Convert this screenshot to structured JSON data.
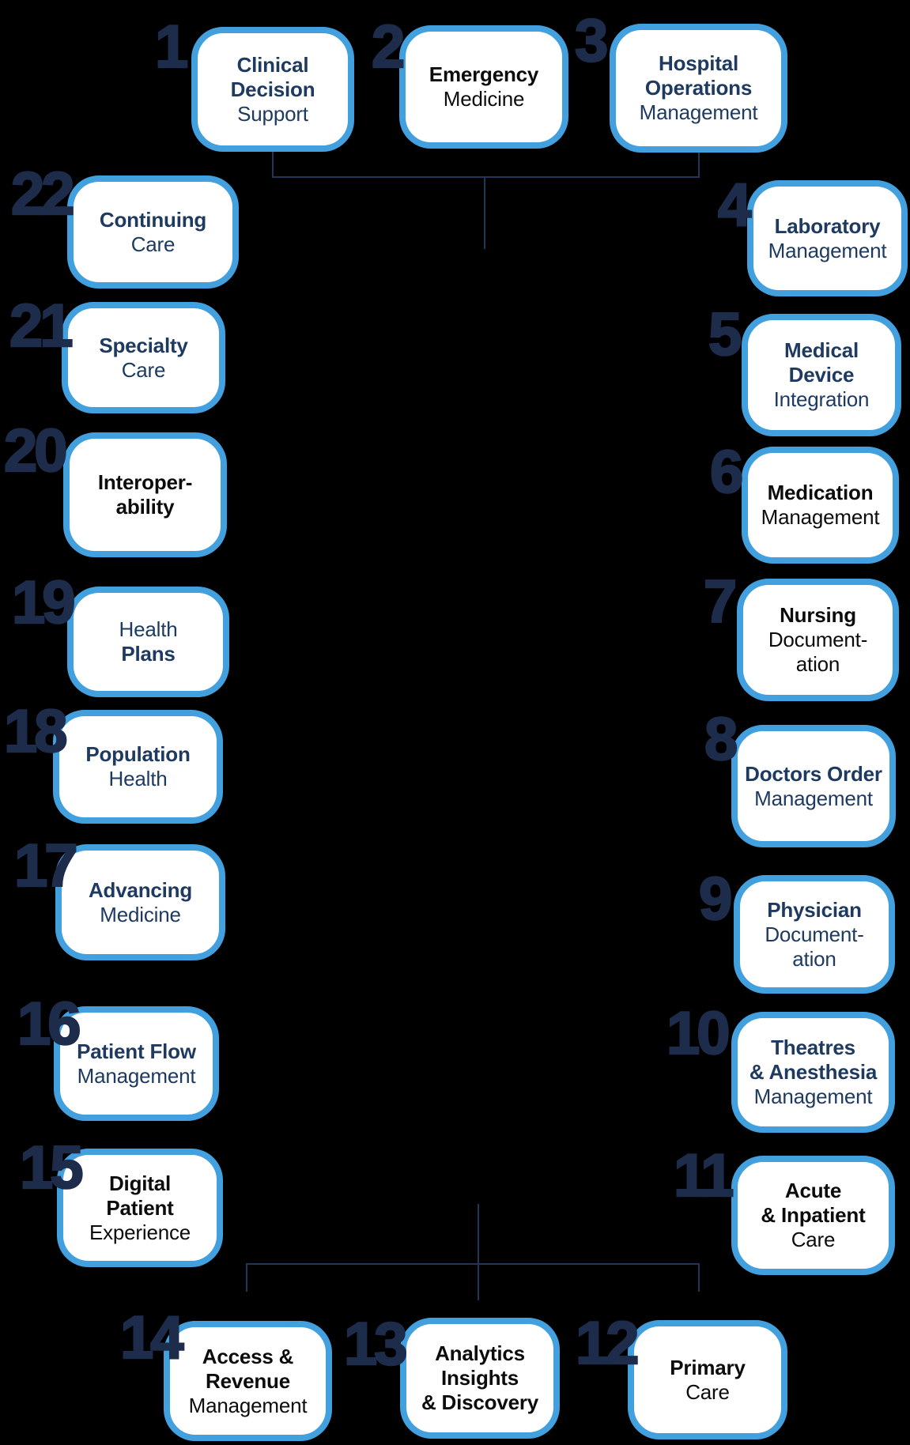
{
  "colors": {
    "background": "#000000",
    "box_fill": "#ffffff",
    "box_border": "#42a0de",
    "navy_text": "#1e3a60",
    "black_text": "#0c0c0d",
    "number_text": "#1e2c4c",
    "connector": "#22365a"
  },
  "items": [
    {
      "number": "1",
      "color": "navy",
      "lines": [
        {
          "text": "Clinical",
          "bold": true
        },
        {
          "text": "Decision",
          "bold": true
        },
        {
          "text": "Support",
          "bold": false
        }
      ]
    },
    {
      "number": "2",
      "color": "black",
      "lines": [
        {
          "text": "Emergency",
          "bold": true
        },
        {
          "text": "Medicine",
          "bold": false
        }
      ]
    },
    {
      "number": "3",
      "color": "navy",
      "lines": [
        {
          "text": "Hospital",
          "bold": true
        },
        {
          "text": "Operations",
          "bold": true
        },
        {
          "text": "Management",
          "bold": false
        }
      ]
    },
    {
      "number": "4",
      "color": "navy",
      "lines": [
        {
          "text": "Laboratory",
          "bold": true
        },
        {
          "text": "Management",
          "bold": false
        }
      ]
    },
    {
      "number": "5",
      "color": "navy",
      "lines": [
        {
          "text": "Medical",
          "bold": true
        },
        {
          "text": "Device",
          "bold": true
        },
        {
          "text": "Integration",
          "bold": false
        }
      ]
    },
    {
      "number": "6",
      "color": "black",
      "lines": [
        {
          "text": "Medication",
          "bold": true
        },
        {
          "text": "Management",
          "bold": false
        }
      ]
    },
    {
      "number": "7",
      "color": "black",
      "lines": [
        {
          "text": "Nursing",
          "bold": true
        },
        {
          "text": "Document-",
          "bold": false
        },
        {
          "text": "ation",
          "bold": false
        }
      ]
    },
    {
      "number": "8",
      "color": "navy",
      "lines": [
        {
          "text": "Doctors Order",
          "bold": true
        },
        {
          "text": "Management",
          "bold": false
        }
      ]
    },
    {
      "number": "9",
      "color": "navy",
      "lines": [
        {
          "text": "Physician",
          "bold": true
        },
        {
          "text": "Document-",
          "bold": false
        },
        {
          "text": "ation",
          "bold": false
        }
      ]
    },
    {
      "number": "10",
      "color": "navy",
      "lines": [
        {
          "text": "Theatres",
          "bold": true
        },
        {
          "text": "& Anesthesia",
          "bold": true
        },
        {
          "text": "Management",
          "bold": false
        }
      ]
    },
    {
      "number": "11",
      "color": "black",
      "lines": [
        {
          "text": "Acute",
          "bold": true
        },
        {
          "text": "& Inpatient",
          "bold": true
        },
        {
          "text": "Care",
          "bold": false
        }
      ]
    },
    {
      "number": "12",
      "color": "black",
      "lines": [
        {
          "text": "Primary",
          "bold": true
        },
        {
          "text": "Care",
          "bold": false
        }
      ]
    },
    {
      "number": "13",
      "color": "black",
      "lines": [
        {
          "text": "Analytics",
          "bold": true
        },
        {
          "text": "Insights",
          "bold": true
        },
        {
          "text": "& Discovery",
          "bold": true
        }
      ]
    },
    {
      "number": "14",
      "color": "black",
      "lines": [
        {
          "text": "Access &",
          "bold": true
        },
        {
          "text": "Revenue",
          "bold": true
        },
        {
          "text": "Management",
          "bold": false
        }
      ]
    },
    {
      "number": "15",
      "color": "black",
      "lines": [
        {
          "text": "Digital",
          "bold": true
        },
        {
          "text": "Patient",
          "bold": true
        },
        {
          "text": "Experience",
          "bold": false
        }
      ]
    },
    {
      "number": "16",
      "color": "navy",
      "lines": [
        {
          "text": "Patient Flow",
          "bold": true
        },
        {
          "text": "Management",
          "bold": false
        }
      ]
    },
    {
      "number": "17",
      "color": "navy",
      "lines": [
        {
          "text": "Advancing",
          "bold": true
        },
        {
          "text": "Medicine",
          "bold": false
        }
      ]
    },
    {
      "number": "18",
      "color": "navy",
      "lines": [
        {
          "text": "Population",
          "bold": true
        },
        {
          "text": "Health",
          "bold": false
        }
      ]
    },
    {
      "number": "19",
      "color": "navy",
      "lines": [
        {
          "text": "Health",
          "bold": false
        },
        {
          "text": "Plans",
          "bold": true
        }
      ]
    },
    {
      "number": "20",
      "color": "black",
      "lines": [
        {
          "text": "Interoper-",
          "bold": true
        },
        {
          "text": "ability",
          "bold": true
        }
      ]
    },
    {
      "number": "21",
      "color": "navy",
      "lines": [
        {
          "text": "Specialty",
          "bold": true
        },
        {
          "text": "Care",
          "bold": false
        }
      ]
    },
    {
      "number": "22",
      "color": "navy",
      "lines": [
        {
          "text": "Continuing",
          "bold": true
        },
        {
          "text": "Care",
          "bold": false
        }
      ]
    }
  ]
}
